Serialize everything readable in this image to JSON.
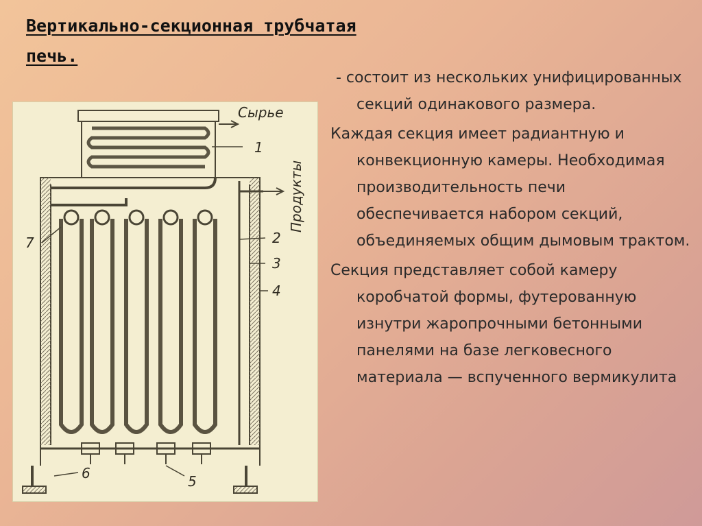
{
  "slide": {
    "title_line1": "Вертикально-секционная трубчатая",
    "title_line2": "печь.",
    "para1": "- состоит из нескольких унифицированных секций одинакового размера.",
    "para2": "Каждая секция имеет радиантную и конвекционную камеры. Необходимая производительность печи обеспечивается набором секций, объединяемых общим дымовым трактом.",
    "para3": "Секция представляет собой камеру коробчатой формы, футерованную изнутри жаропрочными бетонными панелями на базе легковесного материала — вспученного вермикулита"
  },
  "figure": {
    "label_feed": "Сырье",
    "label_products": "Продукты",
    "label_1": "1",
    "label_2": "2",
    "label_3": "3",
    "label_4": "4",
    "label_5": "5",
    "label_6": "6",
    "label_7": "7"
  }
}
